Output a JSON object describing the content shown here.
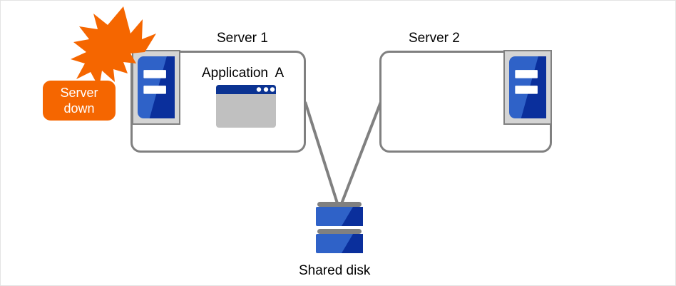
{
  "diagram": {
    "title_server1": "Server 1",
    "title_server2": "Server 2",
    "app_label": "Application  A",
    "disk_label": "Shared disk",
    "alert": {
      "line1": "Server",
      "line2": "down",
      "icon": "explosion-burst-icon",
      "color": "#f56600"
    },
    "icons": {
      "server1": "server-rack-icon",
      "server2": "server-rack-icon",
      "app_window": "application-window-icon",
      "disk": "shared-disk-icon"
    },
    "colors": {
      "box_border": "#808080",
      "server_icon_bg": "#d4d4d4",
      "server_icon_blue_light": "#2f62c8",
      "server_icon_blue_dark": "#0a2f9c",
      "app_titlebar": "#0b3392",
      "app_body": "#c0c0c0",
      "disk_band": "#808080",
      "connector": "#808080",
      "page_border": "#e3e3e3",
      "text": "#000000"
    },
    "connectors": [
      {
        "name": "server1-to-disk",
        "from": "Server 1",
        "to": "Shared disk"
      },
      {
        "name": "server2-to-disk",
        "from": "Server 2",
        "to": "Shared disk"
      }
    ]
  }
}
